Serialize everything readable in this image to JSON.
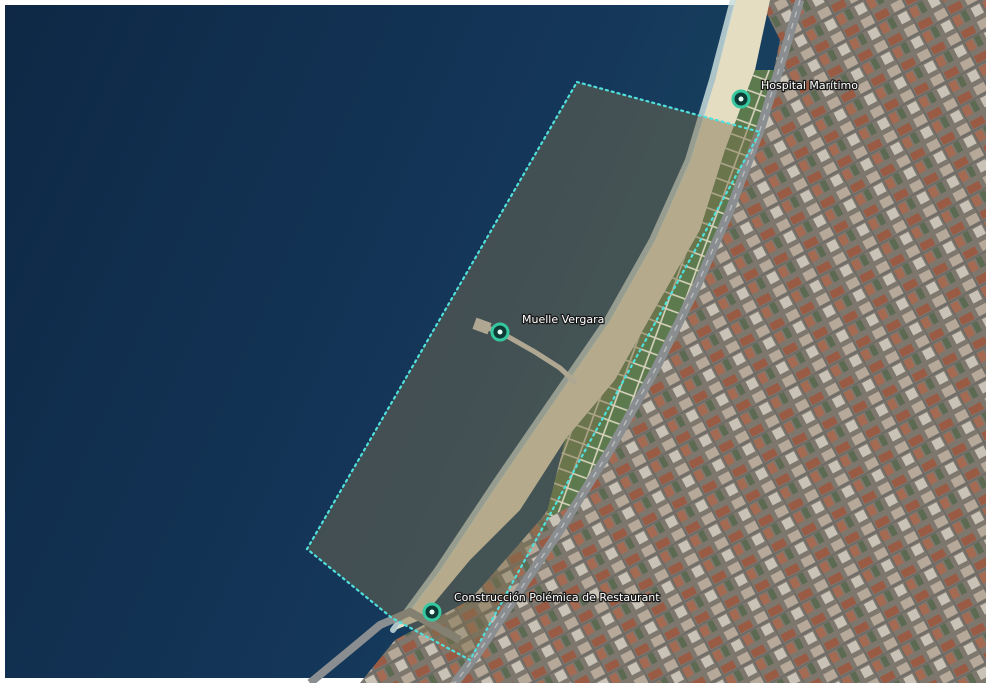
{
  "map": {
    "view": "satellite",
    "colors": {
      "ocean_deep": "#0f2a47",
      "ocean_mid": "#163a5c",
      "ocean_shallow": "#1f4f63",
      "surf": "#bcd6d6",
      "beach_sand": "#e6dfc3",
      "promenade_green": "#55704a",
      "city": "#8b7f72",
      "road": "#8a8e90",
      "zone_outline": "#4fe0dc",
      "zone_fill": "#7d6f4c",
      "placemark_ring": "#35c8a0",
      "placemark_core": "#0e3b35"
    },
    "area_zone": {
      "name": "",
      "outline_style": "dotted"
    },
    "placemarks": [
      {
        "id": "hospital",
        "label": "Hospital Marítimo",
        "icon": "placemark-circle-icon"
      },
      {
        "id": "muelle",
        "label": "Muelle Vergara",
        "icon": "placemark-circle-icon"
      },
      {
        "id": "restaurant",
        "label": "Construcción Polémica de Restaurant",
        "icon": "placemark-circle-icon"
      }
    ]
  }
}
